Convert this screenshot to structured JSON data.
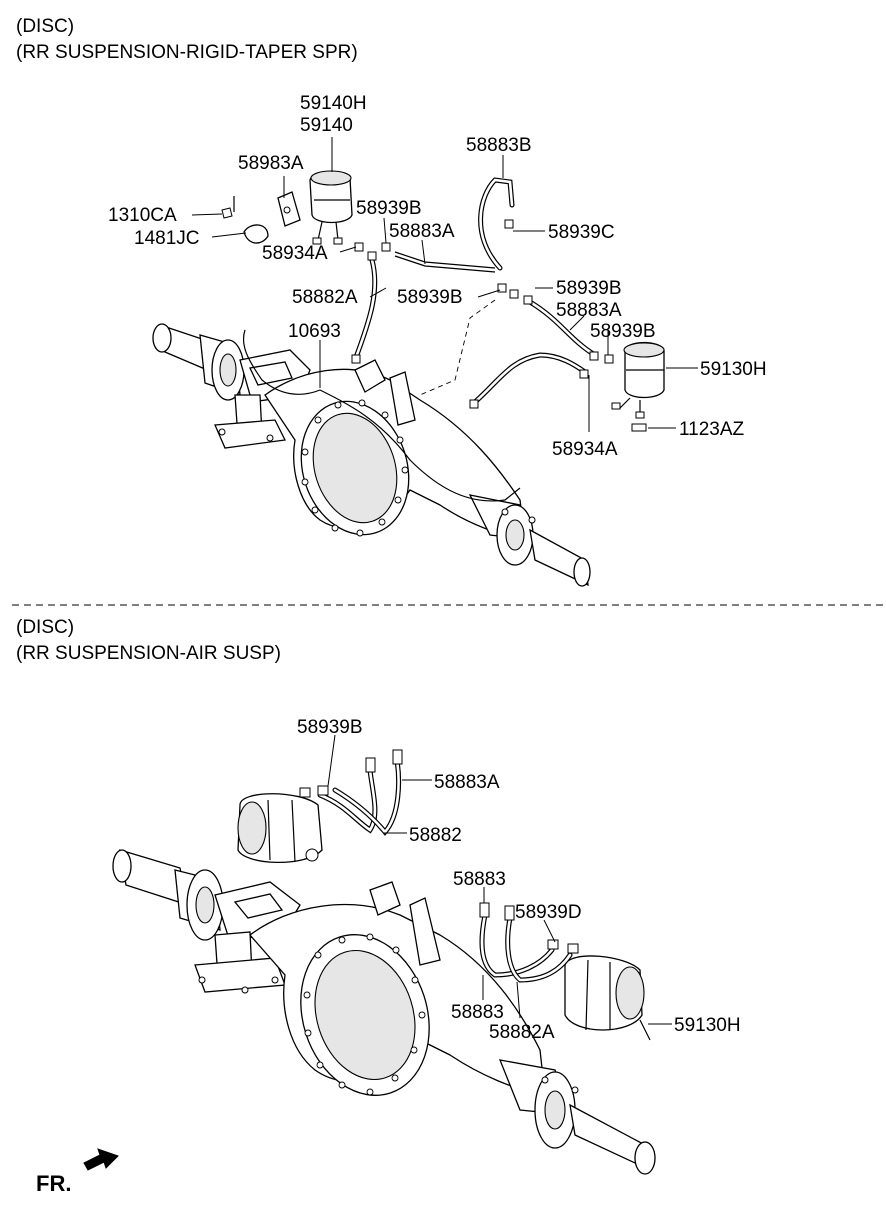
{
  "sections": [
    {
      "header_line1": "(DISC)",
      "header_line2": "(RR SUSPENSION-RIGID-TAPER SPR)"
    },
    {
      "header_line1": "(DISC)",
      "header_line2": "(RR SUSPENSION-AIR SUSP)"
    }
  ],
  "labels_top": {
    "p59140h": "59140H",
    "p59140": "59140",
    "p58983a": "58983A",
    "p58883b": "58883B",
    "p1310ca": "1310CA",
    "p58939b_1": "58939B",
    "p58939c": "58939C",
    "p1481jc": "1481JC",
    "p58883a_1": "58883A",
    "p58934a_1": "58934A",
    "p58939b_2": "58939B",
    "p58882a": "58882A",
    "p58939b_3": "58939B",
    "p58883a_2": "58883A",
    "p10693": "10693",
    "p58939b_4": "58939B",
    "p59130h": "59130H",
    "p1123az": "1123AZ",
    "p58934a_2": "58934A"
  },
  "labels_bottom": {
    "p58939b": "58939B",
    "p58883a": "58883A",
    "p58882": "58882",
    "p58883_1": "58883",
    "p58939d": "58939D",
    "p58883_2": "58883",
    "p58882a": "58882A",
    "p59130h": "59130H"
  },
  "direction": {
    "label": "FR."
  }
}
